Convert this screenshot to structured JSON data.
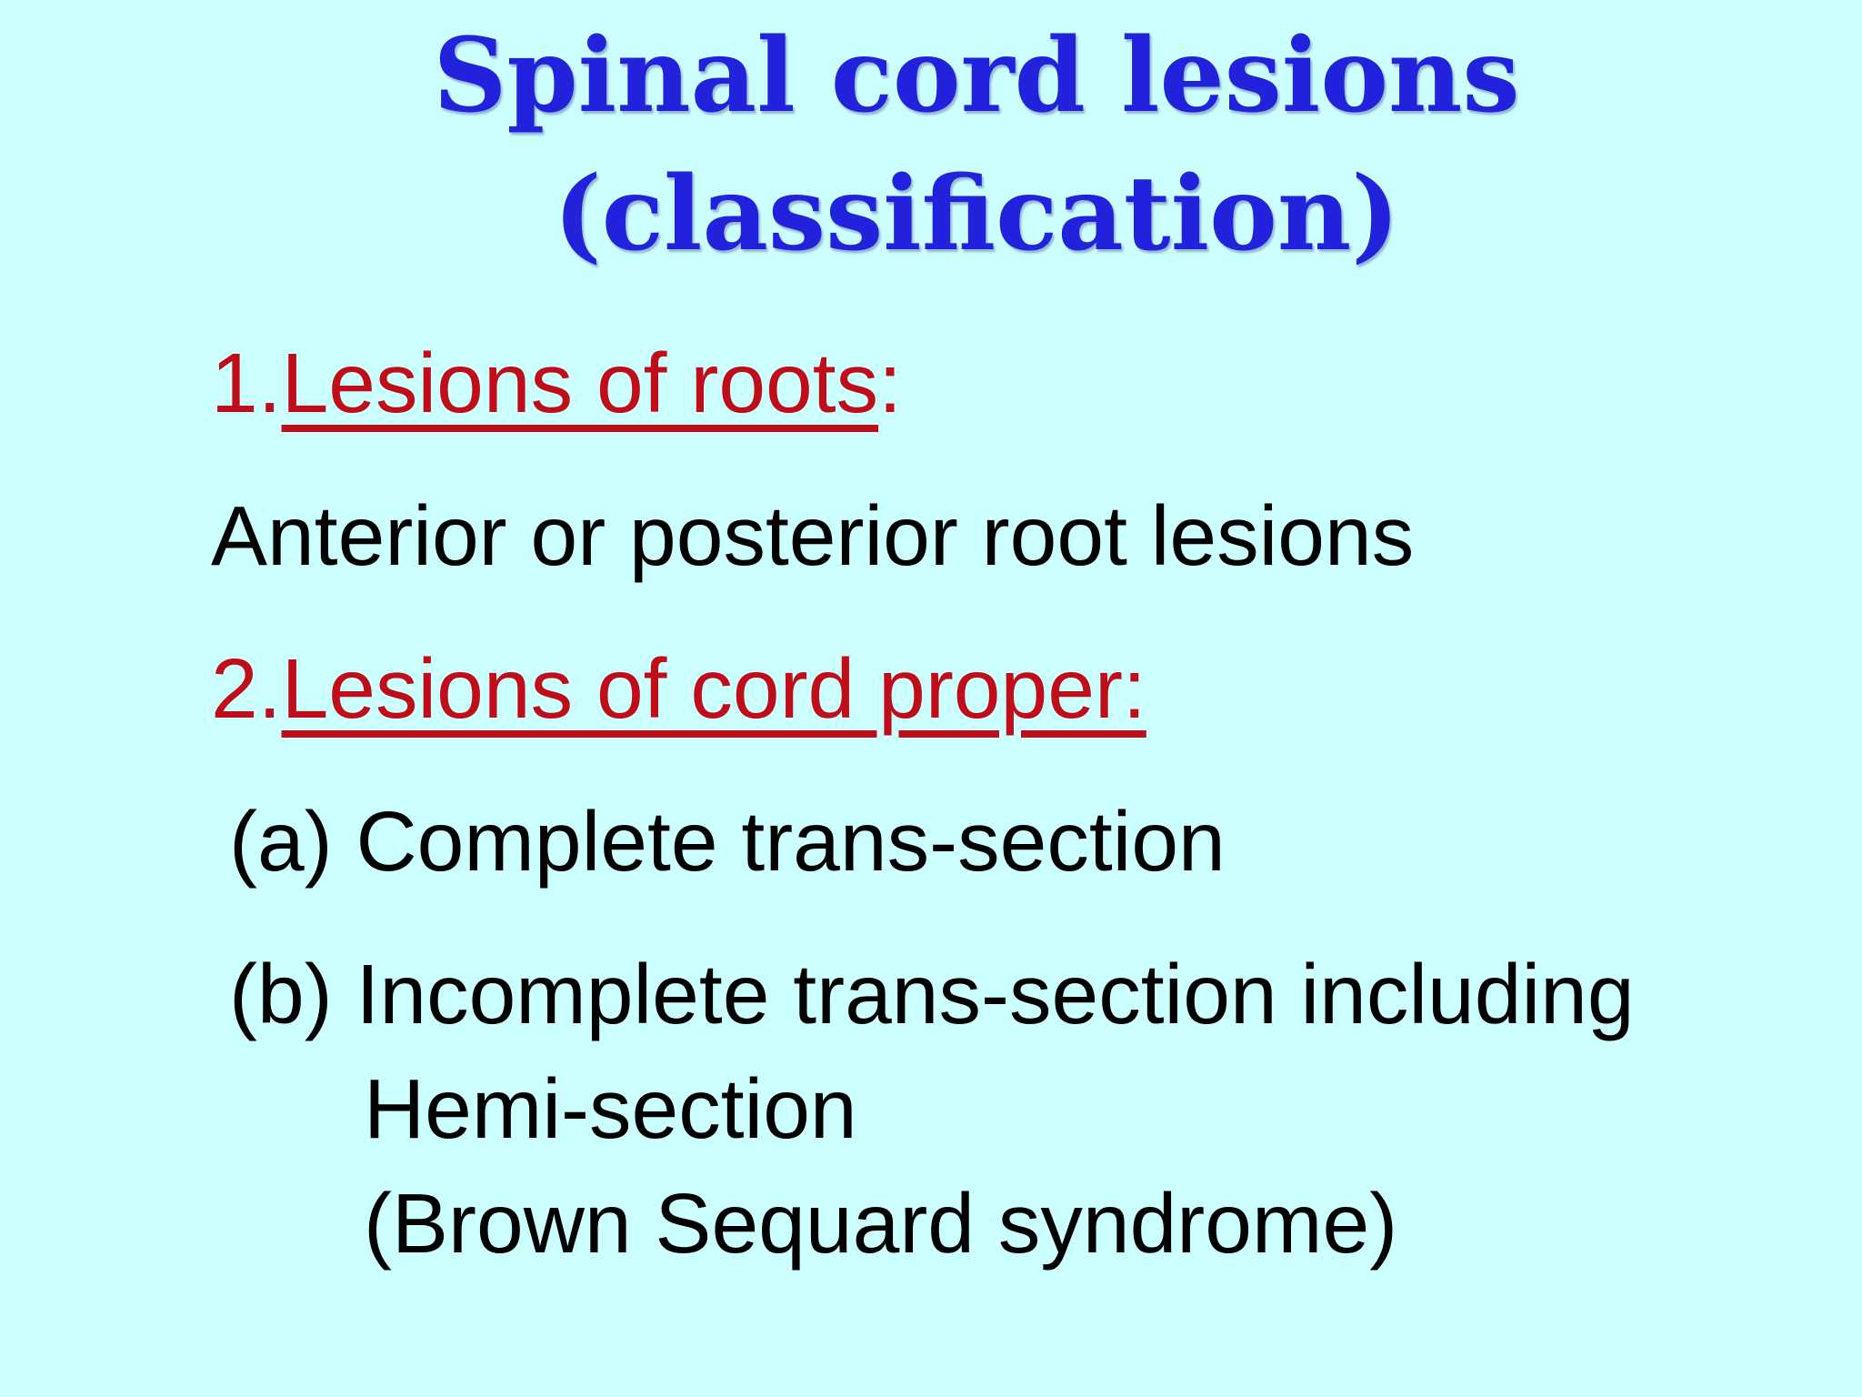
{
  "slide": {
    "background_color": "#CCFFFF",
    "title_color": "#2222DD",
    "heading_color": "#C00D1A",
    "body_color": "#000000",
    "title": {
      "line1": "Spinal cord lesions",
      "line2": "(classification)"
    },
    "items": [
      {
        "number": "1.",
        "underlined": "Lesions of roots",
        "suffix": ":"
      },
      {
        "text": "Anterior or posterior root lesions"
      },
      {
        "number": "2.",
        "underlined": "Lesions of cord proper:",
        "suffix": ""
      },
      {
        "label": "(a)",
        "text": "Complete trans-section"
      },
      {
        "label": "(b)",
        "text": "Incomplete trans-section including",
        "continuation_line1": "Hemi-section",
        "continuation_line2": "(Brown Sequard syndrome)"
      }
    ]
  }
}
